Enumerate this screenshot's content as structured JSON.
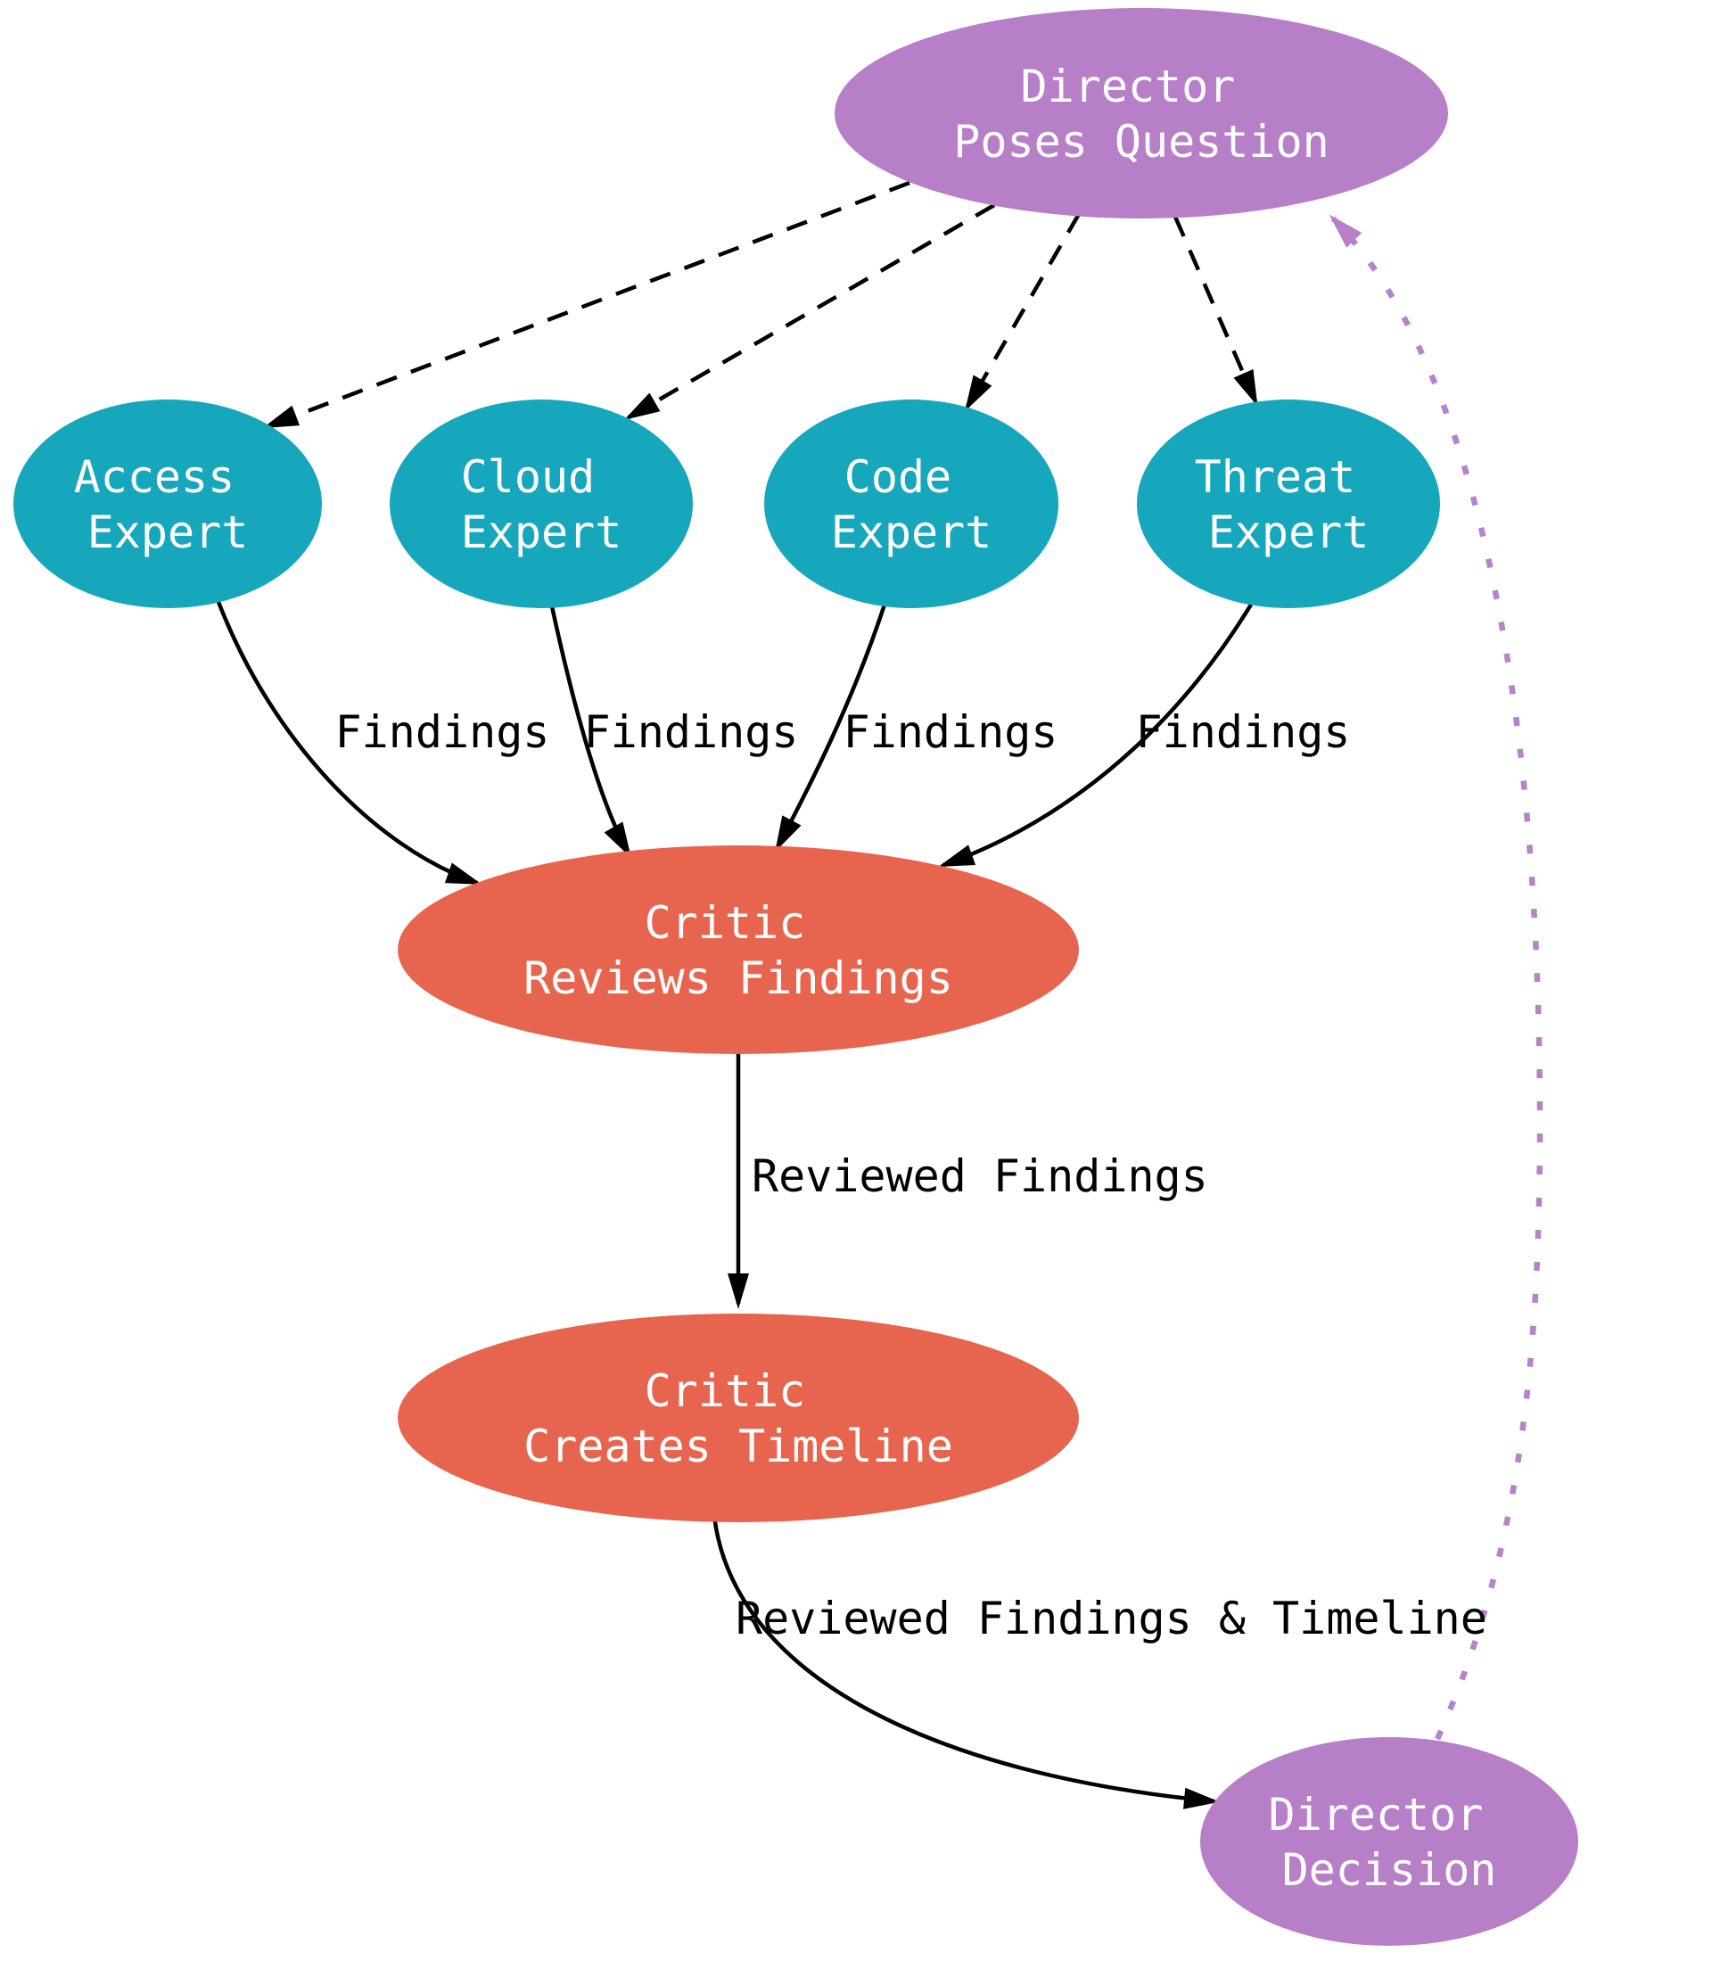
{
  "diagram": {
    "type": "flowchart",
    "nodes": {
      "director_question": {
        "line1": "Director",
        "line2": "Poses Question",
        "fill": "#b67fc8"
      },
      "access_expert": {
        "line1": "Access",
        "line2": "Expert",
        "fill": "#16a7bc"
      },
      "cloud_expert": {
        "line1": "Cloud",
        "line2": "Expert",
        "fill": "#16a7bc"
      },
      "code_expert": {
        "line1": "Code",
        "line2": "Expert",
        "fill": "#16a7bc"
      },
      "threat_expert": {
        "line1": "Threat",
        "line2": "Expert",
        "fill": "#16a7bc"
      },
      "critic_reviews": {
        "line1": "Critic",
        "line2": "Reviews Findings",
        "fill": "#e7654f"
      },
      "critic_timeline": {
        "line1": "Critic",
        "line2": "Creates Timeline",
        "fill": "#e7654f"
      },
      "director_decision": {
        "line1": "Director",
        "line2": "Decision",
        "fill": "#b67fc8"
      }
    },
    "edges": {
      "access_findings": {
        "label": "Findings"
      },
      "cloud_findings": {
        "label": "Findings"
      },
      "code_findings": {
        "label": "Findings"
      },
      "threat_findings": {
        "label": "Findings"
      },
      "reviewed": {
        "label": "Reviewed Findings"
      },
      "reviewed_timeline": {
        "label": "Reviewed Findings & Timeline"
      }
    },
    "colors": {
      "expert_fill": "#16a7bc",
      "critic_fill": "#e7654f",
      "director_fill": "#b67fc8",
      "node_text": "#ffffff",
      "edge_stroke": "#000000",
      "edge_label_text": "#000000",
      "feedback_stroke": "#b583cb",
      "background": "#ffffff"
    }
  }
}
